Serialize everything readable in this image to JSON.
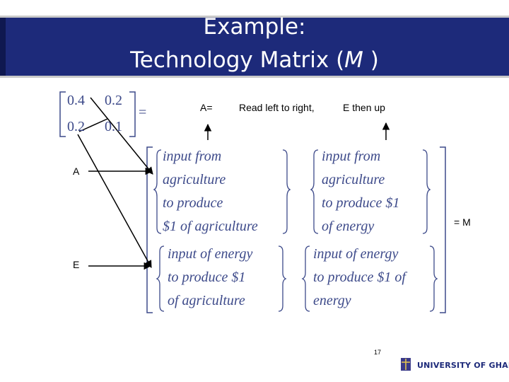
{
  "title": {
    "line1": "Example:",
    "line2_prefix": "Technology Matrix (",
    "line2_symbol": "M",
    "line2_suffix": " )"
  },
  "matrix": {
    "r1c1": "0.4",
    "r1c2": "0.2",
    "r2c1": "0.2",
    "r2c2": "0.1",
    "equals": "="
  },
  "labels": {
    "a_equals": "A=",
    "read_left": "Read left to right,",
    "e_then_up": "E then up",
    "a": "A",
    "e": "E",
    "equals_m": "= M"
  },
  "big_matrix": {
    "cell_11": [
      "input  from",
      "agriculture",
      " to  produce",
      "$1 of  agriculture"
    ],
    "cell_12": [
      "input  from",
      " agriculture",
      "to  produce $1",
      "of  energy"
    ],
    "cell_21": [
      "input  of  energy",
      " to  produce $1",
      " of  agriculture"
    ],
    "cell_22": [
      "input  of  energy",
      "to  produce $1 of",
      "energy"
    ]
  },
  "footer": {
    "page_number": "17",
    "university": "UNIVERSITY OF GHANA"
  },
  "colors": {
    "title_bar": "#1d2a7a",
    "math_text": "#3d4a8a",
    "bracket": "#3d4a8a"
  }
}
